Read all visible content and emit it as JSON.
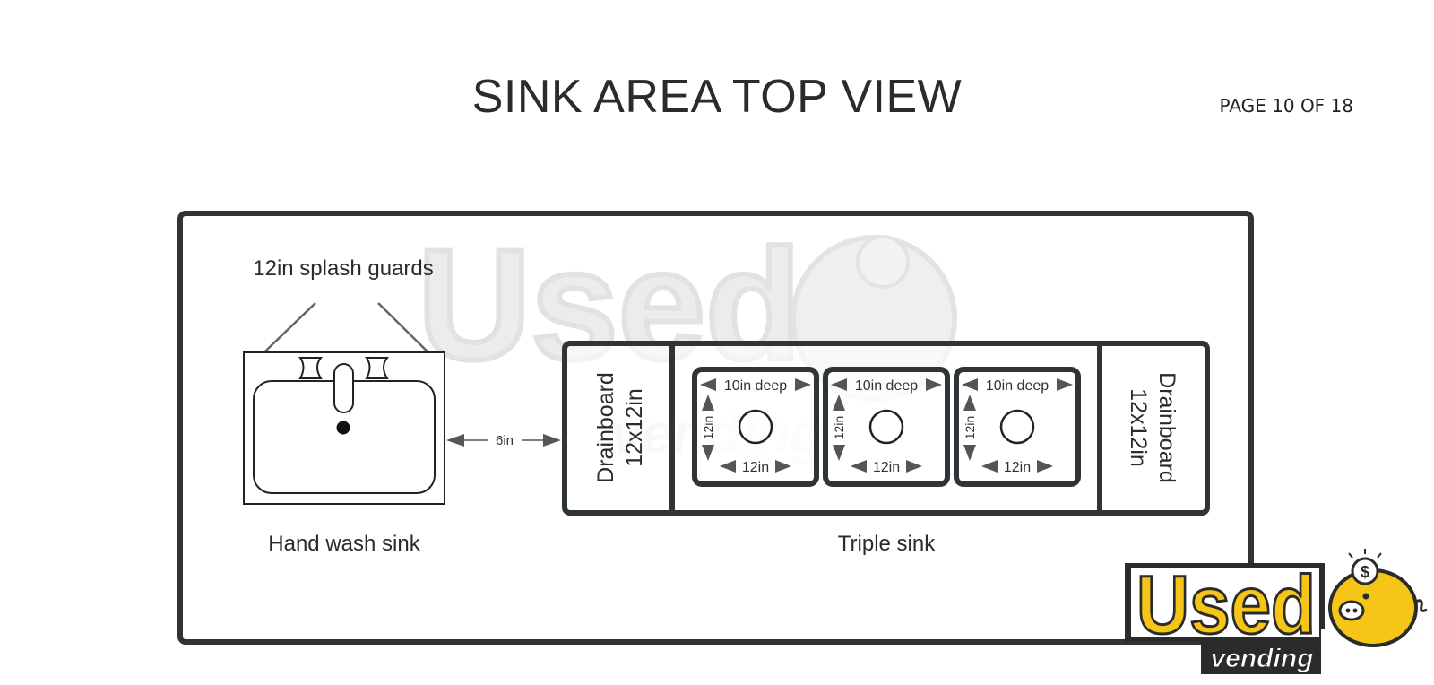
{
  "page": {
    "title": "SINK AREA TOP VIEW",
    "page_number": "PAGE 10 OF 18"
  },
  "diagram": {
    "splash_guards_label": "12in splash guards",
    "hand_wash_label": "Hand wash sink",
    "gap_label": "6in",
    "triple_sink_label": "Triple sink",
    "left_drainboard": {
      "line1": "Drainboard",
      "line2": "12x12in"
    },
    "right_drainboard": {
      "line1": "Drainboard",
      "line2": "12x12in"
    },
    "compartments": [
      {
        "depth": "10in deep",
        "height": "12in",
        "width": "12in"
      },
      {
        "depth": "10in deep",
        "height": "12in",
        "width": "12in"
      },
      {
        "depth": "10in deep",
        "height": "12in",
        "width": "12in"
      }
    ]
  },
  "logo": {
    "word": "Used",
    "subword": "vending",
    "symbol": "$",
    "colors": {
      "yellow": "#f5c518",
      "outline": "#2b2b2b",
      "white": "#ffffff"
    }
  },
  "watermark": {
    "word": "Used",
    "subword": "vending"
  },
  "colors": {
    "line": "#2f3437",
    "text": "#2b2b2b",
    "arrow": "#666666",
    "watermark": "#e4e4e4"
  }
}
